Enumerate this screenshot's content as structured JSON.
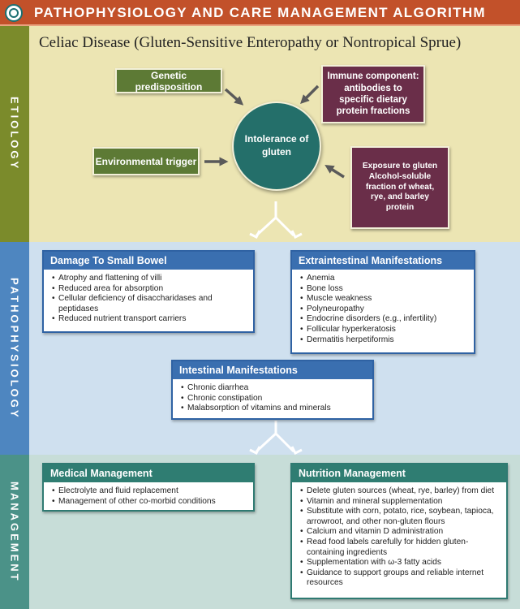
{
  "header": {
    "title": "PATHOPHYSIOLOGY AND CARE MANAGEMENT ALGORITHM"
  },
  "subtitle": "Celiac Disease (Gluten-Sensitive Enteropathy or Nontropical Sprue)",
  "sections": {
    "etiology": "Etiology",
    "pathophysiology": "Pathophysiology",
    "management": "Management"
  },
  "etiology": {
    "genetic": "Genetic predisposition",
    "environmental": "Environmental trigger",
    "immune": "Immune component: antibodies to specific dietary protein fractions",
    "exposure": "Exposure to gluten Alcohol-soluble fraction of wheat, rye, and barley protein",
    "center": "Intolerance of gluten"
  },
  "damage": {
    "title": "Damage To Small Bowel",
    "items": [
      "Atrophy and flattening of villi",
      "Reduced area for absorption",
      "Cellular deficiency of disaccharidases and peptidases",
      "Reduced nutrient transport carriers"
    ]
  },
  "extraintestinal": {
    "title": "Extraintestinal Manifestations",
    "items": [
      "Anemia",
      "Bone loss",
      "Muscle weakness",
      "Polyneuropathy",
      "Endocrine disorders (e.g., infertility)",
      "Follicular hyperkeratosis",
      "Dermatitis herpetiformis"
    ]
  },
  "intestinal": {
    "title": "Intestinal Manifestations",
    "items": [
      "Chronic diarrhea",
      "Chronic constipation",
      "Malabsorption of vitamins and minerals"
    ]
  },
  "medical": {
    "title": "Medical Management",
    "items": [
      "Electrolyte and fluid replacement",
      "Management of other co-morbid conditions"
    ]
  },
  "nutrition": {
    "title": "Nutrition Management",
    "items": [
      "Delete gluten sources (wheat, rye, barley) from diet",
      "Vitamin and mineral supplementation",
      "Substitute with corn, potato, rice, soybean, tapioca, arrowroot, and other non-gluten flours",
      "Calcium and vitamin D administration",
      "Read food labels carefully for hidden gluten-containing ingredients",
      "Supplementation with ω-3 fatty acids",
      "Guidance to support groups and reliable internet resources"
    ]
  },
  "colors": {
    "header": "#c2512a",
    "etiology_band": "#ece5b3",
    "pathophysiology_band": "#cfe0ef",
    "management_band": "#c7ddd8",
    "green_box": "#5d7a35",
    "purple_box": "#6a2e49",
    "center_circle": "#246f6a",
    "blue_header": "#3a6fb0",
    "teal_header": "#2f7d72"
  }
}
